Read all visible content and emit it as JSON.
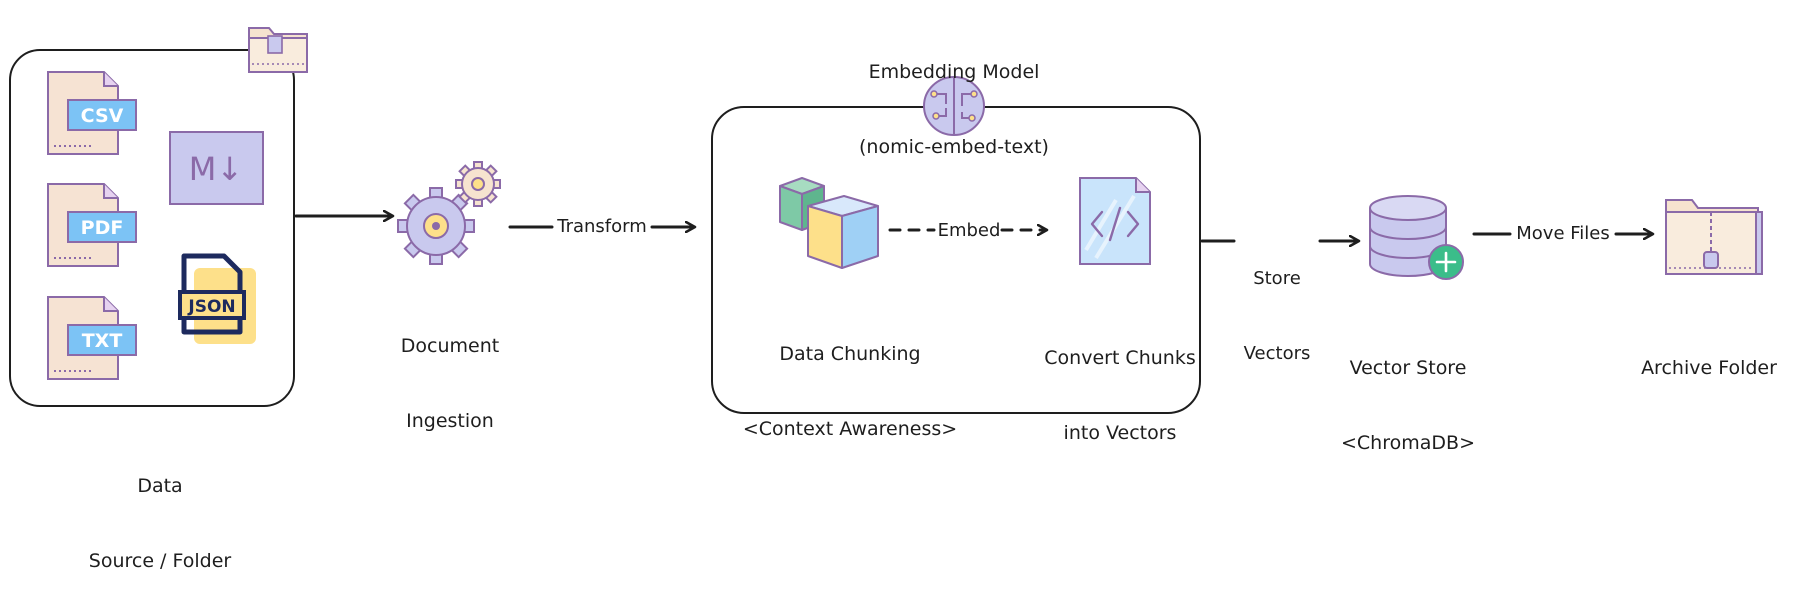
{
  "nodes": {
    "data_source": {
      "label_line1": "Data",
      "label_line2": "Source / Folder"
    },
    "files": {
      "csv": "CSV",
      "pdf": "PDF",
      "txt": "TXT",
      "json": "JSON",
      "markdown": "M↓"
    },
    "ingestion": {
      "label_line1": "Document",
      "label_line2": "Ingestion"
    },
    "embedding_model": {
      "label_line1": "Embedding Model",
      "label_line2": "(nomic-embed-text)"
    },
    "chunking": {
      "label_line1": "Data Chunking",
      "label_line2": "<Context Awareness>"
    },
    "vectors": {
      "label_line1": "Convert Chunks",
      "label_line2": "into Vectors"
    },
    "vector_store": {
      "label_line1": "Vector Store",
      "label_line2": "<ChromaDB>"
    },
    "archive": {
      "label": "Archive Folder"
    }
  },
  "edges": {
    "transform": "Transform",
    "embed": "Embed",
    "store_line1": "Store",
    "store_line2": "Vectors",
    "move": "Move Files"
  },
  "colors": {
    "stroke": "#1e1e1e",
    "icon_outline": "#8b6aa8",
    "file_bg": "#f6e3d3",
    "file_badge": "#7cc3f5",
    "lavender": "#c9c9ee",
    "yellow": "#fde08a",
    "green": "#7ec9a6",
    "plus_green": "#3bbd8a",
    "folder_fill": "#f6e3cf"
  }
}
